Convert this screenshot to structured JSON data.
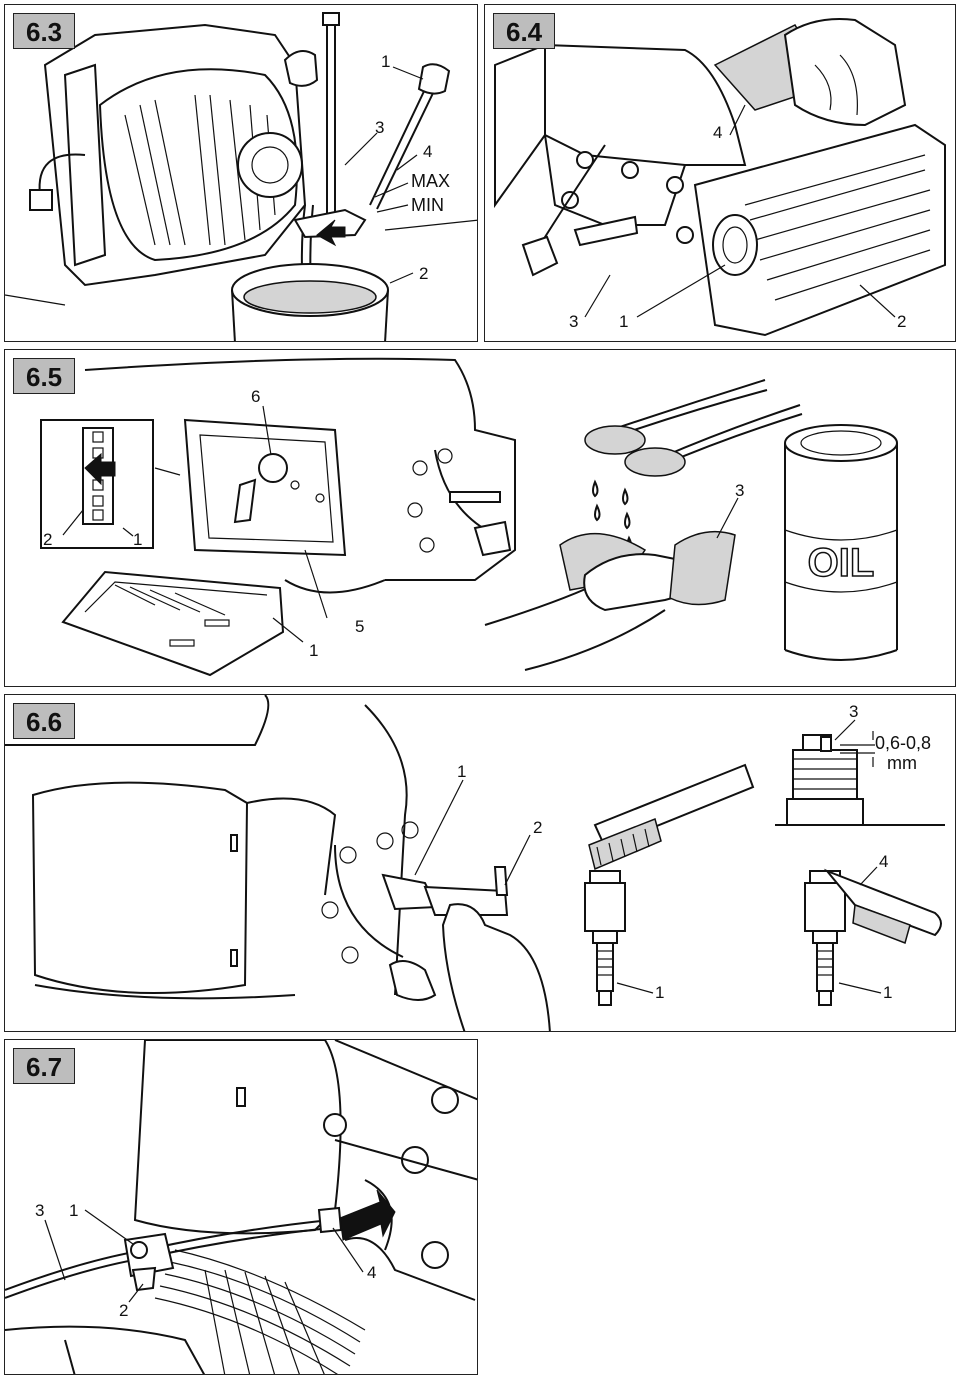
{
  "panels": {
    "p63": {
      "tag": "6.3",
      "labels": {
        "l1": "1",
        "l3": "3",
        "l4": "4",
        "max": "MAX",
        "min": "MIN",
        "l2": "2"
      }
    },
    "p64": {
      "tag": "6.4",
      "labels": {
        "l4": "4",
        "l3": "3",
        "l1": "1",
        "l2": "2"
      }
    },
    "p65": {
      "tag": "6.5",
      "labels": {
        "l6": "6",
        "l2": "2",
        "l1a": "1",
        "l5": "5",
        "l1b": "1",
        "l3": "3",
        "oil": "OIL"
      }
    },
    "p66": {
      "tag": "6.6",
      "labels": {
        "l1a": "1",
        "l2": "2",
        "l3": "3",
        "gap": "0,6-0,8",
        "unit": "mm",
        "l4": "4",
        "l1b": "1",
        "l1c": "1"
      }
    },
    "p67": {
      "tag": "6.7",
      "labels": {
        "l3": "3",
        "l1": "1",
        "l2": "2",
        "l4": "4"
      }
    }
  }
}
